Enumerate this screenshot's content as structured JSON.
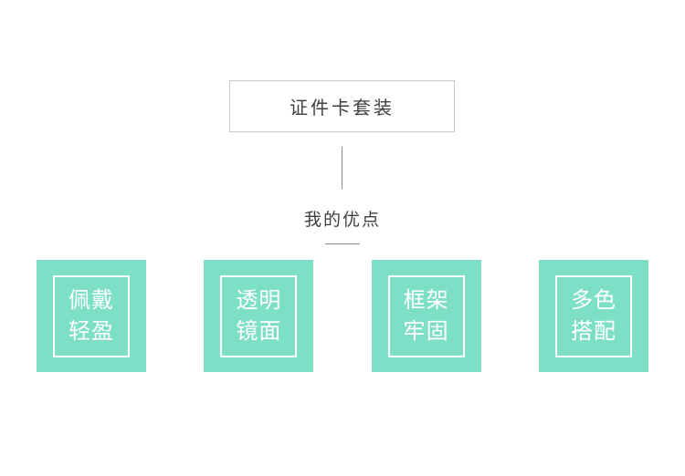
{
  "header": {
    "title": "证件卡套装",
    "subtitle": "我的优点"
  },
  "features": [
    {
      "line1": "佩戴",
      "line2": "轻盈"
    },
    {
      "line1": "透明",
      "line2": "镜面"
    },
    {
      "line1": "框架",
      "line2": "牢固"
    },
    {
      "line1": "多色",
      "line2": "搭配"
    }
  ],
  "colors": {
    "accent": "#7de0c6",
    "border": "#c9c9c9",
    "line": "#8a8a8a",
    "text": "#3f3f3f"
  }
}
